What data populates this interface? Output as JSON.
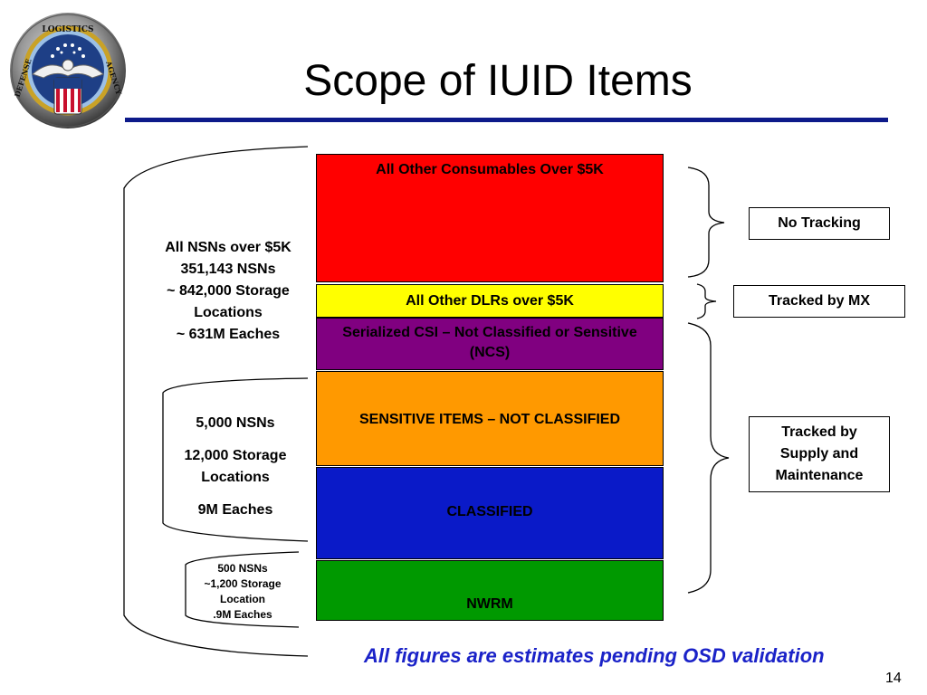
{
  "slide": {
    "title": "Scope of IUID Items",
    "footnote": "All figures are estimates pending OSD validation",
    "page_number": "14"
  },
  "logo": {
    "ring_text_top": "LOGISTICS",
    "ring_text_left": "DEFENSE",
    "ring_text_right": "AGENCY"
  },
  "blocks": [
    {
      "id": "consumables",
      "label": "All Other Consumables Over $5K",
      "color": "#ff0000"
    },
    {
      "id": "dlrs",
      "label": "All Other DLRs over $5K",
      "color": "#ffff00"
    },
    {
      "id": "serialized",
      "label": "Serialized CSI – Not Classified or Sensitive (NCS)",
      "color": "#800080"
    },
    {
      "id": "sensitive",
      "label": "SENSITIVE ITEMS – NOT CLASSIFIED",
      "color": "#ff9900"
    },
    {
      "id": "classified",
      "label": "CLASSIFIED",
      "color": "#0a1ac8"
    },
    {
      "id": "nwrm",
      "label": "NWRM",
      "color": "#009900"
    }
  ],
  "left_annotations": {
    "all_nsns": {
      "lines": [
        "All NSNs over $5K",
        "351,143 NSNs",
        "~ 842,000 Storage",
        "Locations",
        "~ 631M Eaches"
      ]
    },
    "sensitive_group": {
      "nsns": "5,000 NSNs",
      "storage_line1": "12,000 Storage",
      "storage_line2": "Locations",
      "eaches": "9M Eaches"
    },
    "nwrm_group": {
      "lines": [
        "500 NSNs",
        "~1,200 Storage",
        "Location",
        ".9M Eaches"
      ]
    }
  },
  "right_labels": {
    "no_tracking": "No Tracking",
    "tracked_mx": "Tracked by MX",
    "tracked_supply_lines": [
      "Tracked by",
      "Supply and",
      "Maintenance"
    ]
  }
}
